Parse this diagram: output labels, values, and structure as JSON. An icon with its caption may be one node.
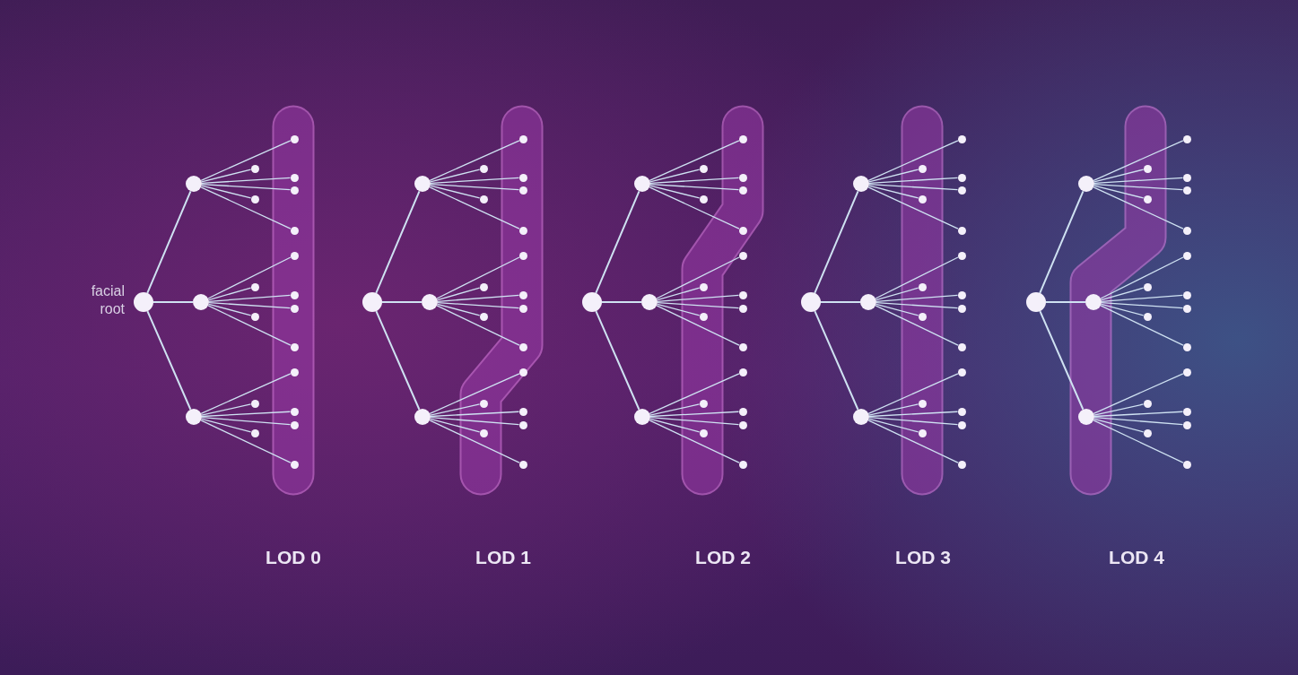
{
  "diagram": {
    "nodes": [
      {
        "text": [],
        "shape": "circle",
        "beside": [
          "facial root"
        ]
      },
      {
        "text": [],
        "shape": "circle"
      },
      {
        "text": [],
        "shape": "circle"
      },
      {
        "text": [],
        "shape": "circle"
      },
      {
        "text": [],
        "shape": "circle"
      },
      {
        "text": [],
        "shape": "circle"
      },
      {
        "text": [],
        "shape": "circle"
      },
      {
        "text": [],
        "shape": "circle"
      },
      {
        "text": [],
        "shape": "circle"
      },
      {
        "text": [],
        "shape": "circle"
      },
      {
        "text": [],
        "shape": "circle"
      },
      {
        "text": [],
        "shape": "circle"
      },
      {
        "text": [],
        "shape": "circle"
      },
      {
        "text": [],
        "shape": "circle"
      },
      {
        "text": [],
        "shape": "circle"
      },
      {
        "text": [],
        "shape": "circle"
      },
      {
        "text": [],
        "shape": "circle"
      },
      {
        "text": [],
        "shape": "circle"
      },
      {
        "text": [],
        "shape": "circle"
      },
      {
        "text": [],
        "shape": "circle"
      },
      {
        "text": [],
        "shape": "circle"
      },
      {
        "text": [],
        "shape": "circle"
      },
      {
        "text": [],
        "shape": "circle"
      },
      {
        "text": [],
        "shape": "circle"
      },
      {
        "text": [],
        "shape": "circle"
      },
      {
        "text": [],
        "shape": "circle"
      },
      {
        "text": [],
        "shape": "circle"
      },
      {
        "text": [],
        "shape": "circle"
      },
      {
        "text": [],
        "shape": "circle"
      },
      {
        "text": [],
        "shape": "circle"
      },
      {
        "text": [],
        "shape": "circle"
      },
      {
        "text": [],
        "shape": "circle"
      },
      {
        "text": [],
        "shape": "circle"
      },
      {
        "text": [],
        "shape": "circle"
      },
      {
        "text": [],
        "shape": "circle"
      },
      {
        "text": [],
        "shape": "circle"
      },
      {
        "text": [],
        "shape": "circle"
      },
      {
        "text": [],
        "shape": "circle"
      },
      {
        "text": [],
        "shape": "circle"
      },
      {
        "text": [],
        "shape": "circle"
      },
      {
        "text": [],
        "shape": "circle"
      },
      {
        "text": [],
        "shape": "circle"
      },
      {
        "text": [],
        "shape": "circle"
      },
      {
        "text": [],
        "shape": "circle"
      },
      {
        "text": [],
        "shape": "circle"
      },
      {
        "text": [],
        "shape": "circle"
      },
      {
        "text": [],
        "shape": "circle"
      },
      {
        "text": [],
        "shape": "circle"
      },
      {
        "text": [],
        "shape": "circle"
      },
      {
        "text": [],
        "shape": "circle"
      },
      {
        "text": [],
        "shape": "circle"
      },
      {
        "text": [],
        "shape": "circle"
      },
      {
        "text": [],
        "shape": "circle"
      },
      {
        "text": [],
        "shape": "circle"
      },
      {
        "text": [],
        "shape": "circle"
      },
      {
        "text": [],
        "shape": "circle"
      },
      {
        "text": [],
        "shape": "circle"
      },
      {
        "text": [],
        "shape": "circle"
      },
      {
        "text": [],
        "shape": "circle"
      },
      {
        "text": [],
        "shape": "circle"
      },
      {
        "text": [],
        "shape": "circle"
      },
      {
        "text": [],
        "shape": "circle"
      },
      {
        "text": [],
        "shape": "circle"
      },
      {
        "text": [],
        "shape": "circle"
      },
      {
        "text": [],
        "shape": "circle"
      },
      {
        "text": [],
        "shape": "circle"
      },
      {
        "text": [],
        "shape": "circle"
      },
      {
        "text": [],
        "shape": "circle"
      },
      {
        "text": [],
        "shape": "circle"
      },
      {
        "text": [],
        "shape": "circle"
      },
      {
        "text": [],
        "shape": "circle"
      },
      {
        "text": [],
        "shape": "circle"
      },
      {
        "text": [],
        "shape": "circle"
      },
      {
        "text": [],
        "shape": "circle"
      },
      {
        "text": [],
        "shape": "circle"
      },
      {
        "text": [],
        "shape": "circle"
      },
      {
        "text": [],
        "shape": "circle"
      },
      {
        "text": [],
        "shape": "circle"
      },
      {
        "text": [],
        "shape": "circle"
      },
      {
        "text": [],
        "shape": "circle"
      },
      {
        "text": [],
        "shape": "circle"
      },
      {
        "text": [],
        "shape": "circle"
      },
      {
        "text": [],
        "shape": "circle"
      },
      {
        "text": [],
        "shape": "circle"
      },
      {
        "text": [],
        "shape": "circle"
      },
      {
        "text": [],
        "shape": "circle"
      },
      {
        "text": [],
        "shape": "circle"
      },
      {
        "text": [],
        "shape": "circle"
      },
      {
        "text": [],
        "shape": "circle"
      },
      {
        "text": [],
        "shape": "circle"
      },
      {
        "text": [],
        "shape": "circle"
      },
      {
        "text": [],
        "shape": "circle"
      },
      {
        "text": [],
        "shape": "circle"
      },
      {
        "text": [],
        "shape": "circle"
      },
      {
        "text": [],
        "shape": "circle"
      },
      {
        "text": [],
        "shape": "circle"
      },
      {
        "text": [],
        "shape": "circle"
      },
      {
        "text": [],
        "shape": "circle"
      },
      {
        "text": [],
        "shape": "circle"
      },
      {
        "text": [],
        "shape": "circle"
      },
      {
        "text": [],
        "shape": "circle"
      },
      {
        "text": [],
        "shape": "circle"
      },
      {
        "text": [],
        "shape": "circle"
      },
      {
        "text": [],
        "shape": "circle"
      },
      {
        "text": [],
        "shape": "circle"
      },
      {
        "text": [],
        "shape": "circle"
      },
      {
        "text": [],
        "shape": "circle"
      },
      {
        "text": [],
        "shape": "circle"
      },
      {
        "text": [],
        "shape": "circle"
      },
      {
        "text": [],
        "shape": "circle"
      }
    ],
    "edges": [
      {
        "from": 0,
        "to": 1,
        "arrow": "none"
      },
      {
        "from": 0,
        "to": 2,
        "arrow": "none"
      },
      {
        "from": 0,
        "to": 3,
        "arrow": "none"
      },
      {
        "from": 1,
        "to": 4,
        "arrow": "none"
      },
      {
        "from": 1,
        "to": 5,
        "arrow": "none"
      },
      {
        "from": 1,
        "to": 6,
        "arrow": "none"
      },
      {
        "from": 1,
        "to": 7,
        "arrow": "none"
      },
      {
        "from": 1,
        "to": 8,
        "arrow": "none"
      },
      {
        "from": 1,
        "to": 9,
        "arrow": "none"
      },
      {
        "from": 2,
        "to": 10,
        "arrow": "none"
      },
      {
        "from": 2,
        "to": 11,
        "arrow": "none"
      },
      {
        "from": 2,
        "to": 12,
        "arrow": "none"
      },
      {
        "from": 2,
        "to": 13,
        "arrow": "none"
      },
      {
        "from": 2,
        "to": 14,
        "arrow": "none"
      },
      {
        "from": 2,
        "to": 15,
        "arrow": "none"
      },
      {
        "from": 3,
        "to": 16,
        "arrow": "none"
      },
      {
        "from": 3,
        "to": 17,
        "arrow": "none"
      },
      {
        "from": 3,
        "to": 18,
        "arrow": "none"
      },
      {
        "from": 3,
        "to": 19,
        "arrow": "none"
      },
      {
        "from": 3,
        "to": 20,
        "arrow": "none"
      },
      {
        "from": 3,
        "to": 21,
        "arrow": "none"
      },
      {
        "from": 22,
        "to": 23,
        "arrow": "none"
      },
      {
        "from": 22,
        "to": 24,
        "arrow": "none"
      },
      {
        "from": 22,
        "to": 25,
        "arrow": "none"
      },
      {
        "from": 23,
        "to": 26,
        "arrow": "none"
      },
      {
        "from": 23,
        "to": 27,
        "arrow": "none"
      },
      {
        "from": 23,
        "to": 28,
        "arrow": "none"
      },
      {
        "from": 23,
        "to": 29,
        "arrow": "none"
      },
      {
        "from": 23,
        "to": 30,
        "arrow": "none"
      },
      {
        "from": 23,
        "to": 31,
        "arrow": "none"
      },
      {
        "from": 24,
        "to": 32,
        "arrow": "none"
      },
      {
        "from": 24,
        "to": 33,
        "arrow": "none"
      },
      {
        "from": 24,
        "to": 34,
        "arrow": "none"
      },
      {
        "from": 24,
        "to": 35,
        "arrow": "none"
      },
      {
        "from": 24,
        "to": 36,
        "arrow": "none"
      },
      {
        "from": 24,
        "to": 37,
        "arrow": "none"
      },
      {
        "from": 25,
        "to": 38,
        "arrow": "none"
      },
      {
        "from": 25,
        "to": 39,
        "arrow": "none"
      },
      {
        "from": 25,
        "to": 40,
        "arrow": "none"
      },
      {
        "from": 25,
        "to": 41,
        "arrow": "none"
      },
      {
        "from": 25,
        "to": 42,
        "arrow": "none"
      },
      {
        "from": 25,
        "to": 43,
        "arrow": "none"
      },
      {
        "from": 44,
        "to": 45,
        "arrow": "none"
      },
      {
        "from": 44,
        "to": 46,
        "arrow": "none"
      },
      {
        "from": 44,
        "to": 47,
        "arrow": "none"
      },
      {
        "from": 45,
        "to": 48,
        "arrow": "none"
      },
      {
        "from": 45,
        "to": 49,
        "arrow": "none"
      },
      {
        "from": 45,
        "to": 50,
        "arrow": "none"
      },
      {
        "from": 45,
        "to": 51,
        "arrow": "none"
      },
      {
        "from": 45,
        "to": 52,
        "arrow": "none"
      },
      {
        "from": 45,
        "to": 53,
        "arrow": "none"
      },
      {
        "from": 46,
        "to": 54,
        "arrow": "none"
      },
      {
        "from": 46,
        "to": 55,
        "arrow": "none"
      },
      {
        "from": 46,
        "to": 56,
        "arrow": "none"
      },
      {
        "from": 46,
        "to": 57,
        "arrow": "none"
      },
      {
        "from": 46,
        "to": 58,
        "arrow": "none"
      },
      {
        "from": 46,
        "to": 59,
        "arrow": "none"
      },
      {
        "from": 47,
        "to": 60,
        "arrow": "none"
      },
      {
        "from": 47,
        "to": 61,
        "arrow": "none"
      },
      {
        "from": 47,
        "to": 62,
        "arrow": "none"
      },
      {
        "from": 47,
        "to": 63,
        "arrow": "none"
      },
      {
        "from": 47,
        "to": 64,
        "arrow": "none"
      },
      {
        "from": 47,
        "to": 65,
        "arrow": "none"
      },
      {
        "from": 66,
        "to": 67,
        "arrow": "none"
      },
      {
        "from": 66,
        "to": 68,
        "arrow": "none"
      },
      {
        "from": 66,
        "to": 69,
        "arrow": "none"
      },
      {
        "from": 67,
        "to": 70,
        "arrow": "none"
      },
      {
        "from": 67,
        "to": 71,
        "arrow": "none"
      },
      {
        "from": 67,
        "to": 72,
        "arrow": "none"
      },
      {
        "from": 67,
        "to": 73,
        "arrow": "none"
      },
      {
        "from": 67,
        "to": 74,
        "arrow": "none"
      },
      {
        "from": 67,
        "to": 75,
        "arrow": "none"
      },
      {
        "from": 68,
        "to": 76,
        "arrow": "none"
      },
      {
        "from": 68,
        "to": 77,
        "arrow": "none"
      },
      {
        "from": 68,
        "to": 78,
        "arrow": "none"
      },
      {
        "from": 68,
        "to": 79,
        "arrow": "none"
      },
      {
        "from": 68,
        "to": 80,
        "arrow": "none"
      },
      {
        "from": 68,
        "to": 81,
        "arrow": "none"
      },
      {
        "from": 69,
        "to": 82,
        "arrow": "none"
      },
      {
        "from": 69,
        "to": 83,
        "arrow": "none"
      },
      {
        "from": 69,
        "to": 84,
        "arrow": "none"
      },
      {
        "from": 69,
        "to": 85,
        "arrow": "none"
      },
      {
        "from": 69,
        "to": 86,
        "arrow": "none"
      },
      {
        "from": 69,
        "to": 87,
        "arrow": "none"
      },
      {
        "from": 88,
        "to": 89,
        "arrow": "none"
      },
      {
        "from": 88,
        "to": 90,
        "arrow": "none"
      },
      {
        "from": 88,
        "to": 91,
        "arrow": "none"
      },
      {
        "from": 89,
        "to": 92,
        "arrow": "none"
      },
      {
        "from": 89,
        "to": 93,
        "arrow": "none"
      },
      {
        "from": 89,
        "to": 94,
        "arrow": "none"
      },
      {
        "from": 89,
        "to": 95,
        "arrow": "none"
      },
      {
        "from": 89,
        "to": 96,
        "arrow": "none"
      },
      {
        "from": 89,
        "to": 97,
        "arrow": "none"
      },
      {
        "from": 90,
        "to": 98,
        "arrow": "none"
      },
      {
        "from": 90,
        "to": 99,
        "arrow": "none"
      },
      {
        "from": 90,
        "to": 100,
        "arrow": "none"
      },
      {
        "from": 90,
        "to": 101,
        "arrow": "none"
      },
      {
        "from": 90,
        "to": 102,
        "arrow": "none"
      },
      {
        "from": 90,
        "to": 103,
        "arrow": "none"
      },
      {
        "from": 91,
        "to": 104,
        "arrow": "none"
      },
      {
        "from": 91,
        "to": 105,
        "arrow": "none"
      },
      {
        "from": 91,
        "to": 106,
        "arrow": "none"
      },
      {
        "from": 91,
        "to": 107,
        "arrow": "none"
      },
      {
        "from": 91,
        "to": 108,
        "arrow": "none"
      },
      {
        "from": 91,
        "to": 109,
        "arrow": "none"
      }
    ],
    "labels": [
      "LOD 0",
      "LOD 1",
      "LOD 2",
      "LOD 3",
      "LOD 4"
    ]
  }
}
